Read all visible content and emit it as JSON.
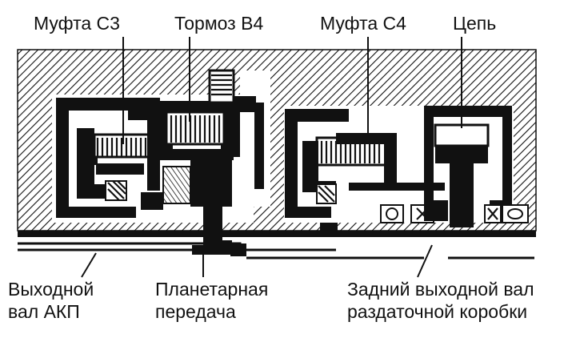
{
  "labels": {
    "clutch_c3": "Муфта С3",
    "brake_b4": "Тормоз В4",
    "clutch_c4": "Муфта С4",
    "chain": "Цепь",
    "output_shaft_line1": "Выходной",
    "output_shaft_line2": "вал АКП",
    "planetary_line1": "Планетарная",
    "planetary_line2": "передача",
    "rear_shaft_line1": "Задний выходной вал",
    "rear_shaft_line2": "раздаточной коробки"
  }
}
